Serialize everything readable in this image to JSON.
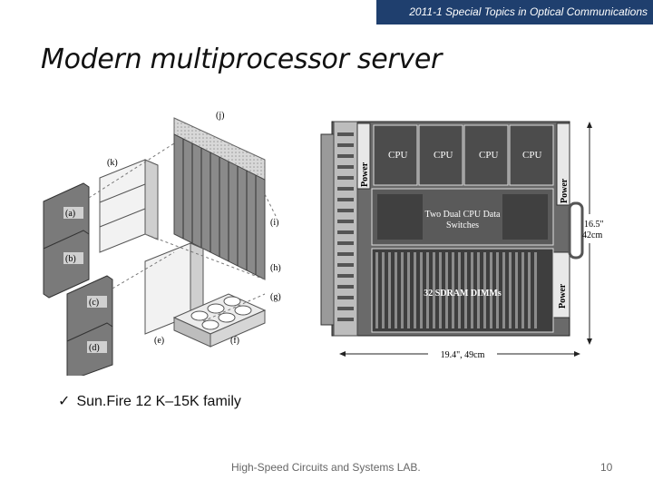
{
  "header": {
    "course_title": "2011-1 Special Topics in Optical Communications"
  },
  "slide": {
    "title": "Modern multiprocessor server"
  },
  "figure_exploded": {
    "labels": [
      "(j)",
      "(k)",
      "(a)",
      "(b)",
      "(c)",
      "(d)",
      "(e)",
      "(f)",
      "(g)",
      "(h)",
      "(i)"
    ]
  },
  "figure_board": {
    "power_top_left": "Power",
    "power_top_right": "Power",
    "power_bottom": "Power",
    "cpu_labels": [
      "CPU",
      "CPU",
      "CPU",
      "CPU"
    ],
    "switch_label_line1": "Two Dual CPU Data",
    "switch_label_line2": "Switches",
    "dimm_label": "32 SDRAM DIMMs",
    "height_dim_1": "16.5\"",
    "height_dim_2": "42cm",
    "width_dim": "19.4\", 49cm"
  },
  "bullets": [
    {
      "check": "✓",
      "text": "Sun.Fire 12 K–15K family"
    }
  ],
  "footer": {
    "lab": "High-Speed Circuits and Systems LAB.",
    "page": "10"
  }
}
